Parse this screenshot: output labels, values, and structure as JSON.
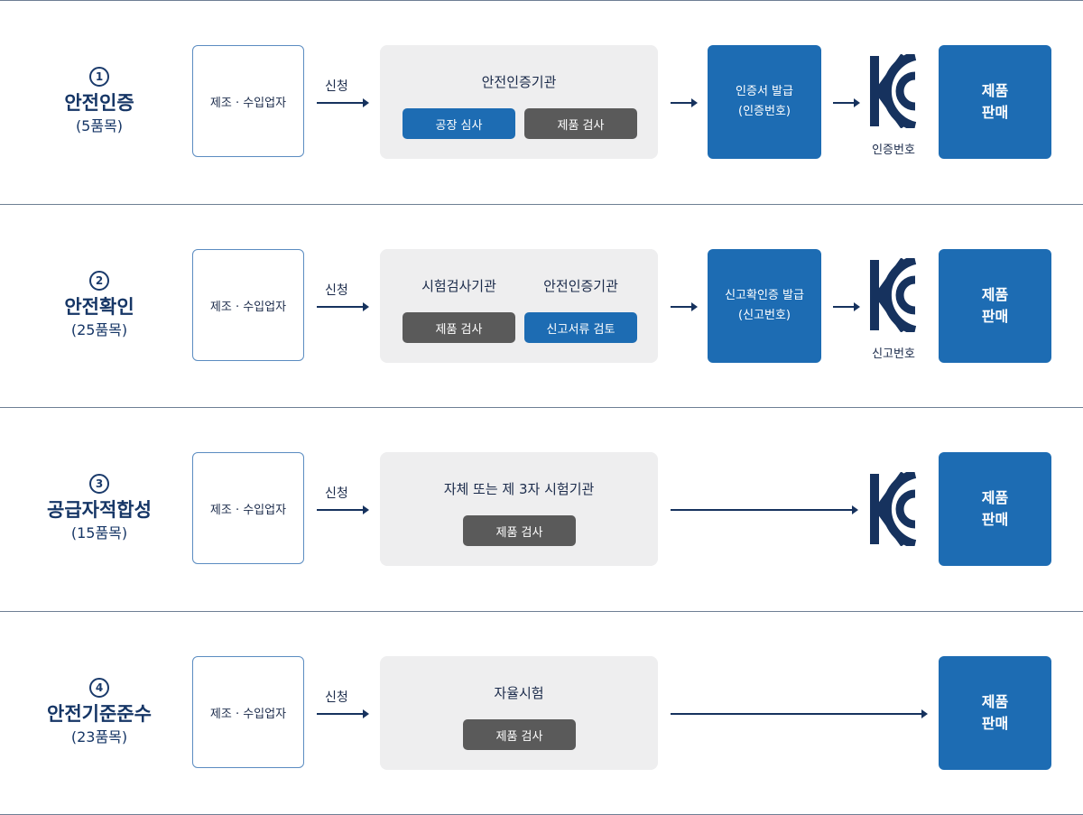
{
  "rows": [
    {
      "num": "1",
      "title": "안전인증",
      "sub": "(5품목)",
      "maker": "제조 · 수입업자",
      "apply": "신청",
      "panel_title": "안전인증기관",
      "btn1": "공장 심사",
      "btn2": "제품 검사",
      "issue_line1": "인증서 발급",
      "issue_line2": "(인증번호)",
      "kc_label": "인증번호",
      "sale_line1": "제품",
      "sale_line2": "판매"
    },
    {
      "num": "2",
      "title": "안전확인",
      "sub": "(25품목)",
      "maker": "제조 · 수입업자",
      "apply": "신청",
      "panel_title_left": "시험검사기관",
      "panel_title_right": "안전인증기관",
      "btn1": "제품 검사",
      "btn2": "신고서류 검토",
      "issue_line1": "신고확인증 발급",
      "issue_line2": "(신고번호)",
      "kc_label": "신고번호",
      "sale_line1": "제품",
      "sale_line2": "판매"
    },
    {
      "num": "3",
      "title": "공급자적합성",
      "sub": "(15품목)",
      "maker": "제조 · 수입업자",
      "apply": "신청",
      "panel_title": "자체 또는 제 3자 시험기관",
      "btn1": "제품 검사",
      "sale_line1": "제품",
      "sale_line2": "판매"
    },
    {
      "num": "4",
      "title": "안전기준준수",
      "sub": "(23품목)",
      "maker": "제조 · 수입업자",
      "apply": "신청",
      "panel_title": "자율시험",
      "btn1": "제품 검사",
      "sale_line1": "제품",
      "sale_line2": "판매"
    }
  ],
  "colors": {
    "navy": "#163666",
    "blue": "#1d6cb3",
    "gray": "#5a5a5a",
    "panel": "#eeeeef"
  }
}
